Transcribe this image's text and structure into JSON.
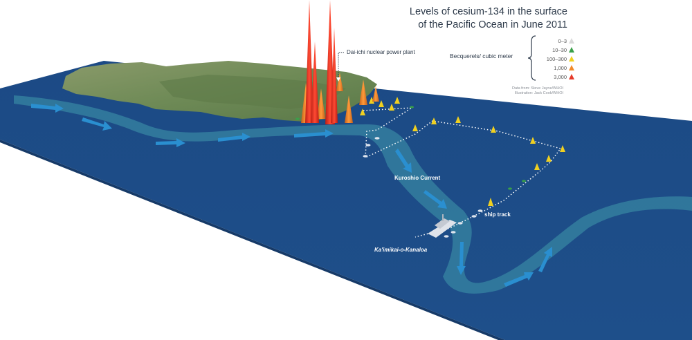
{
  "title_lines": [
    "Levels of cesium-134 in the surface",
    "of the Pacific Ocean in June 2011"
  ],
  "legend": {
    "unit_label": "Becquerels/ cubic meter",
    "items": [
      {
        "label": "0–3",
        "color": "#d9d9d9"
      },
      {
        "label": "10–30",
        "color": "#3aa04a"
      },
      {
        "label": "100–300",
        "color": "#f0d020"
      },
      {
        "label": "1,000",
        "color": "#f28a2a"
      },
      {
        "label": "3,000",
        "color": "#e53a2a"
      }
    ]
  },
  "credits": [
    "Data from: Steve Jayne/WHOI",
    "Illustration: Jack Cook/WHOI"
  ],
  "labels": {
    "plant": "Dai-ichi nuclear power plant",
    "current": "Kuroshio Current",
    "ship_track": "ship track",
    "vessel": "Ka'imikai-o-Kanaloa"
  },
  "colors": {
    "ocean": "#1f4c86",
    "current_band": "#3a8ea6",
    "current_arrow": "#2a8fd0",
    "land": "#6f8a54",
    "ship_track": "#ffffff"
  }
}
